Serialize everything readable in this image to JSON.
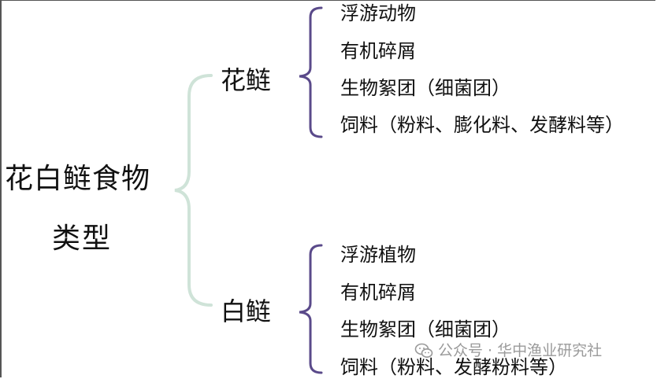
{
  "diagram": {
    "root_line1": "花白鲢食物",
    "root_line2": "类型",
    "branches": [
      {
        "label": "花鲢",
        "items": [
          "浮游动物",
          "有机碎屑",
          "生物絮团（细菌团）",
          "饲料（粉料、膨化料、发酵料等）"
        ]
      },
      {
        "label": "白鲢",
        "items": [
          "浮游植物",
          "有机碎屑",
          "生物絮团（细菌团）",
          "饲料（粉料、发酵粉料等）"
        ]
      }
    ]
  },
  "watermark": {
    "text": "公众号 · 华中渔业研究社",
    "icon": "wechat-icon"
  },
  "colors": {
    "main_bracket": "#cfe3d8",
    "sub_bracket": "#5a4a8a",
    "watermark": "#9a9a9a"
  }
}
